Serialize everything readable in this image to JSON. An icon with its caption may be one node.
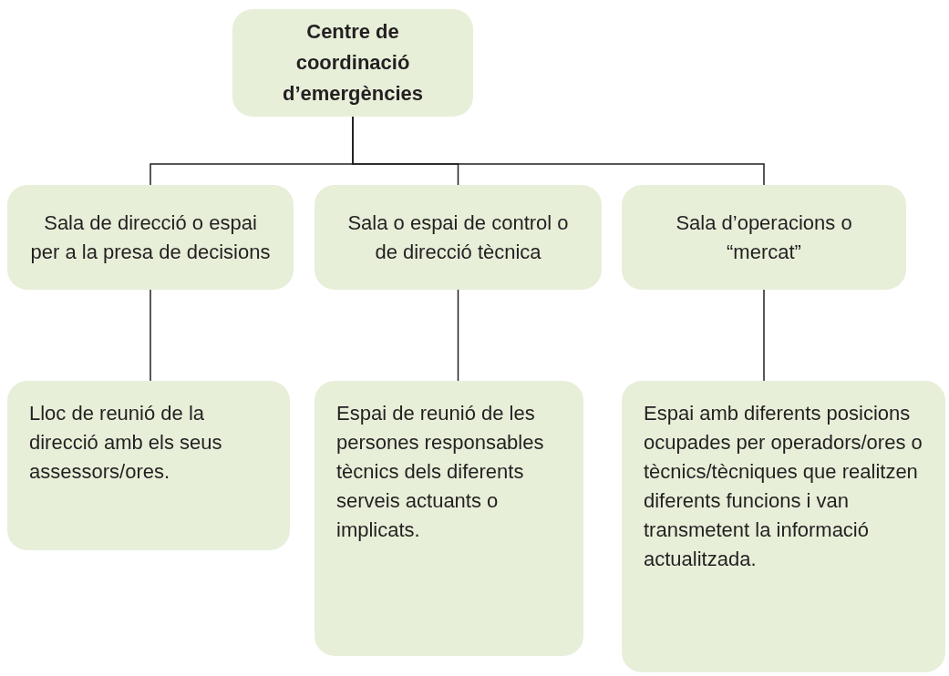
{
  "diagram": {
    "nodes": [
      {
        "text": [
          "Centre de coordinació d’emergències"
        ]
      },
      {
        "text": [
          "Sala de direcció o espai per a la presa de decisions"
        ]
      },
      {
        "text": [
          "Sala o espai de control o de direcció tècnica"
        ]
      },
      {
        "text": [
          "Sala d’operacions o “mercat”"
        ]
      },
      {
        "text": [
          "Lloc de reunió de la direcció amb els seus assessors/ores."
        ]
      },
      {
        "text": [
          "Espai de reunió de les persones responsables tècnics dels diferents serveis actuants o implicats."
        ]
      },
      {
        "text": [
          "Espai amb diferents posicions ocupades per operadors/ores o tècnics/tècniques que realitzen diferents funcions i van transmetent la informació actualitzada."
        ]
      }
    ],
    "edges": [
      {
        "from": 0,
        "to": 1,
        "arrow": "none"
      },
      {
        "from": 0,
        "to": 2,
        "arrow": "none"
      },
      {
        "from": 0,
        "to": 3,
        "arrow": "none"
      },
      {
        "from": 1,
        "to": 4,
        "arrow": "none"
      },
      {
        "from": 2,
        "to": 5,
        "arrow": "none"
      },
      {
        "from": 3,
        "to": 6,
        "arrow": "none"
      }
    ]
  }
}
